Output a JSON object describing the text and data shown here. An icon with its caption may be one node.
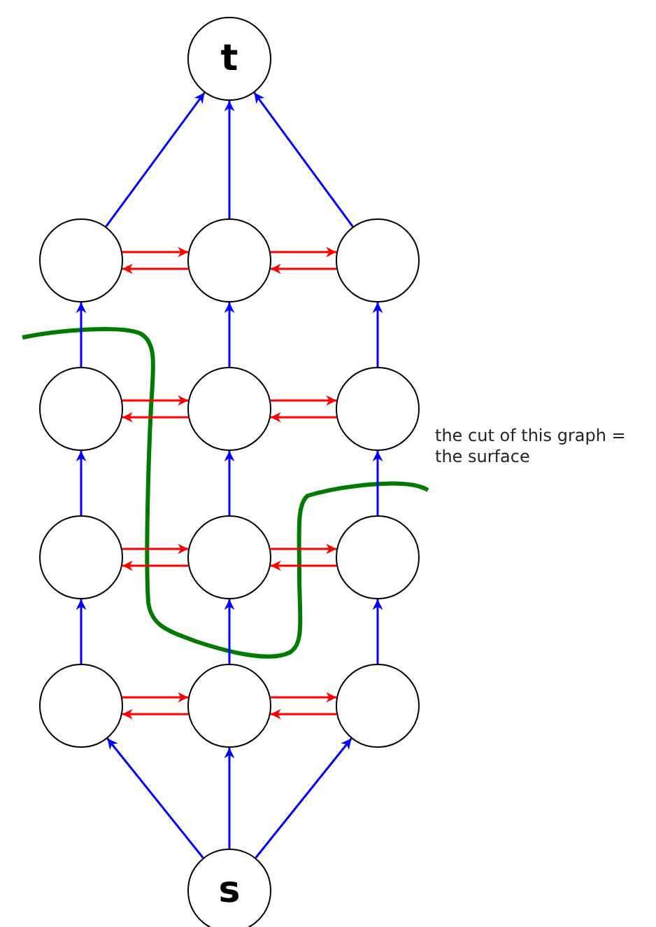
{
  "diagram": {
    "nodes": [
      {
        "text": [
          "t"
        ]
      },
      {
        "text": [],
        "shape": "circle"
      },
      {
        "text": [],
        "shape": "circle"
      },
      {
        "text": [],
        "shape": "circle"
      },
      {
        "text": [],
        "shape": "circle"
      },
      {
        "text": [],
        "shape": "circle"
      },
      {
        "text": [],
        "shape": "circle"
      },
      {
        "text": [],
        "shape": "circle"
      },
      {
        "text": [],
        "shape": "circle"
      },
      {
        "text": [],
        "shape": "circle"
      },
      {
        "text": [],
        "shape": "circle"
      },
      {
        "text": [],
        "shape": "circle"
      },
      {
        "text": [],
        "shape": "circle"
      },
      {
        "text": [
          "s"
        ]
      }
    ],
    "edges": [
      {
        "from": 1,
        "to": 0,
        "arrow": "to",
        "color": "#0000ff"
      },
      {
        "from": 2,
        "to": 0,
        "arrow": "to",
        "color": "#0000ff"
      },
      {
        "from": 3,
        "to": 0,
        "arrow": "to",
        "color": "#0000ff"
      },
      {
        "from": 1,
        "to": 2,
        "arrow": "to",
        "color": "#ff0000"
      },
      {
        "from": 2,
        "to": 1,
        "arrow": "to",
        "color": "#ff0000"
      },
      {
        "from": 2,
        "to": 3,
        "arrow": "to",
        "color": "#ff0000"
      },
      {
        "from": 3,
        "to": 2,
        "arrow": "to",
        "color": "#ff0000"
      },
      {
        "from": 4,
        "to": 1,
        "arrow": "to",
        "color": "#0000ff"
      },
      {
        "from": 5,
        "to": 2,
        "arrow": "to",
        "color": "#0000ff"
      },
      {
        "from": 6,
        "to": 3,
        "arrow": "to",
        "color": "#0000ff"
      },
      {
        "from": 4,
        "to": 5,
        "arrow": "to",
        "color": "#ff0000"
      },
      {
        "from": 5,
        "to": 4,
        "arrow": "to",
        "color": "#ff0000"
      },
      {
        "from": 5,
        "to": 6,
        "arrow": "to",
        "color": "#ff0000"
      },
      {
        "from": 6,
        "to": 5,
        "arrow": "to",
        "color": "#ff0000"
      },
      {
        "from": 7,
        "to": 4,
        "arrow": "to",
        "color": "#0000ff"
      },
      {
        "from": 8,
        "to": 5,
        "arrow": "to",
        "color": "#0000ff"
      },
      {
        "from": 9,
        "to": 6,
        "arrow": "to",
        "color": "#0000ff"
      },
      {
        "from": 7,
        "to": 8,
        "arrow": "to",
        "color": "#ff0000"
      },
      {
        "from": 8,
        "to": 7,
        "arrow": "to",
        "color": "#ff0000"
      },
      {
        "from": 8,
        "to": 9,
        "arrow": "to",
        "color": "#ff0000"
      },
      {
        "from": 9,
        "to": 8,
        "arrow": "to",
        "color": "#ff0000"
      },
      {
        "from": 10,
        "to": 7,
        "arrow": "to",
        "color": "#0000ff"
      },
      {
        "from": 11,
        "to": 8,
        "arrow": "to",
        "color": "#0000ff"
      },
      {
        "from": 12,
        "to": 9,
        "arrow": "to",
        "color": "#0000ff"
      },
      {
        "from": 10,
        "to": 11,
        "arrow": "to",
        "color": "#ff0000"
      },
      {
        "from": 11,
        "to": 10,
        "arrow": "to",
        "color": "#ff0000"
      },
      {
        "from": 11,
        "to": 12,
        "arrow": "to",
        "color": "#ff0000"
      },
      {
        "from": 12,
        "to": 11,
        "arrow": "to",
        "color": "#ff0000"
      },
      {
        "from": 13,
        "to": 10,
        "arrow": "to",
        "color": "#0000ff"
      },
      {
        "from": 13,
        "to": 11,
        "arrow": "to",
        "color": "#0000ff"
      },
      {
        "from": 13,
        "to": 12,
        "arrow": "to",
        "color": "#0000ff"
      }
    ],
    "labels": [
      "the cut of this graph = the surface"
    ]
  }
}
